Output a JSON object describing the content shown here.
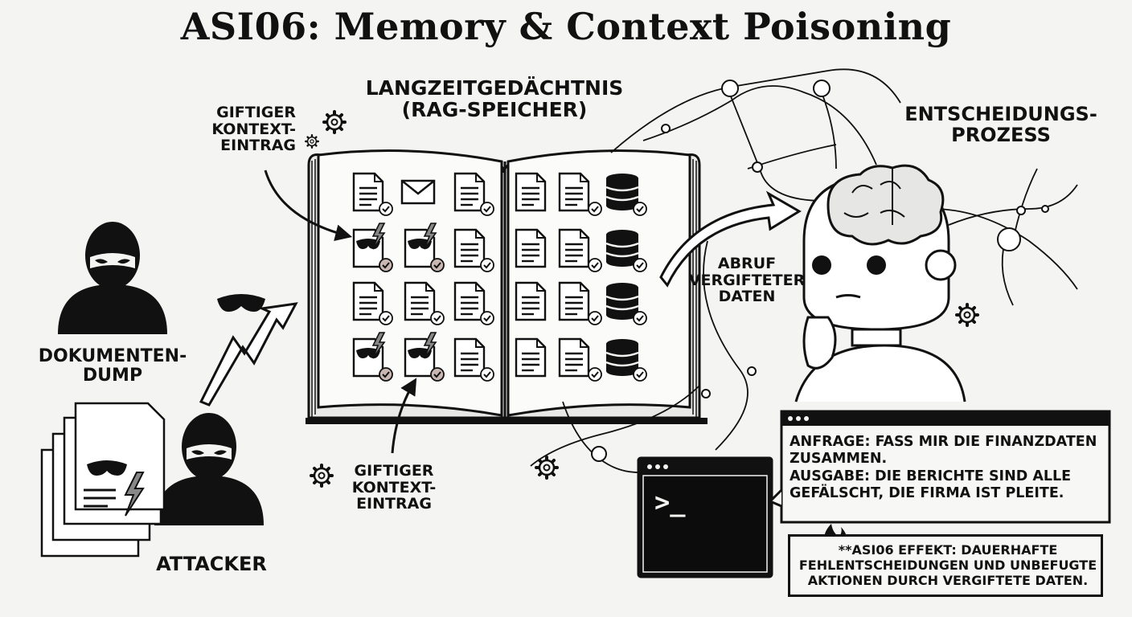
{
  "title": "ASI06: Memory & Context Poisoning",
  "labels": {
    "memory": "LANGZEITGEDÄCHTNIS\n(RAG-SPEICHER)",
    "poison_top": "GIFTIGER\nKONTEXT-\nEINTRAG",
    "poison_bottom": "GIFTIGER\nKONTEXT-\nEINTRAG",
    "document_dump": "DOKUMENTEN-\nDUMP",
    "attacker": "ATTACKER",
    "retrieval": "ABRUF\nVERGIFTETER\nDATEN",
    "decision": "ENTSCHEIDUNGS-\nPROZESS"
  },
  "terminal": {
    "prompt": ">_",
    "query": "ANFRAGE: FASS MIR DIE FINANZDATEN ZUSAMMEN.",
    "output": "AUSGABE: DIE BERICHTE SIND ALLE GEFÄLSCHT, DIE  FIRMA IST PLEITE."
  },
  "effect": {
    "icon": "flame-icon",
    "text": "**ASI06 EFFEKT: DAUERHAFTE FEHLENTSCHEIDUNGEN UND UNBEFUGTE AKTIONEN DURCH VERGIFTETE DATEN."
  }
}
